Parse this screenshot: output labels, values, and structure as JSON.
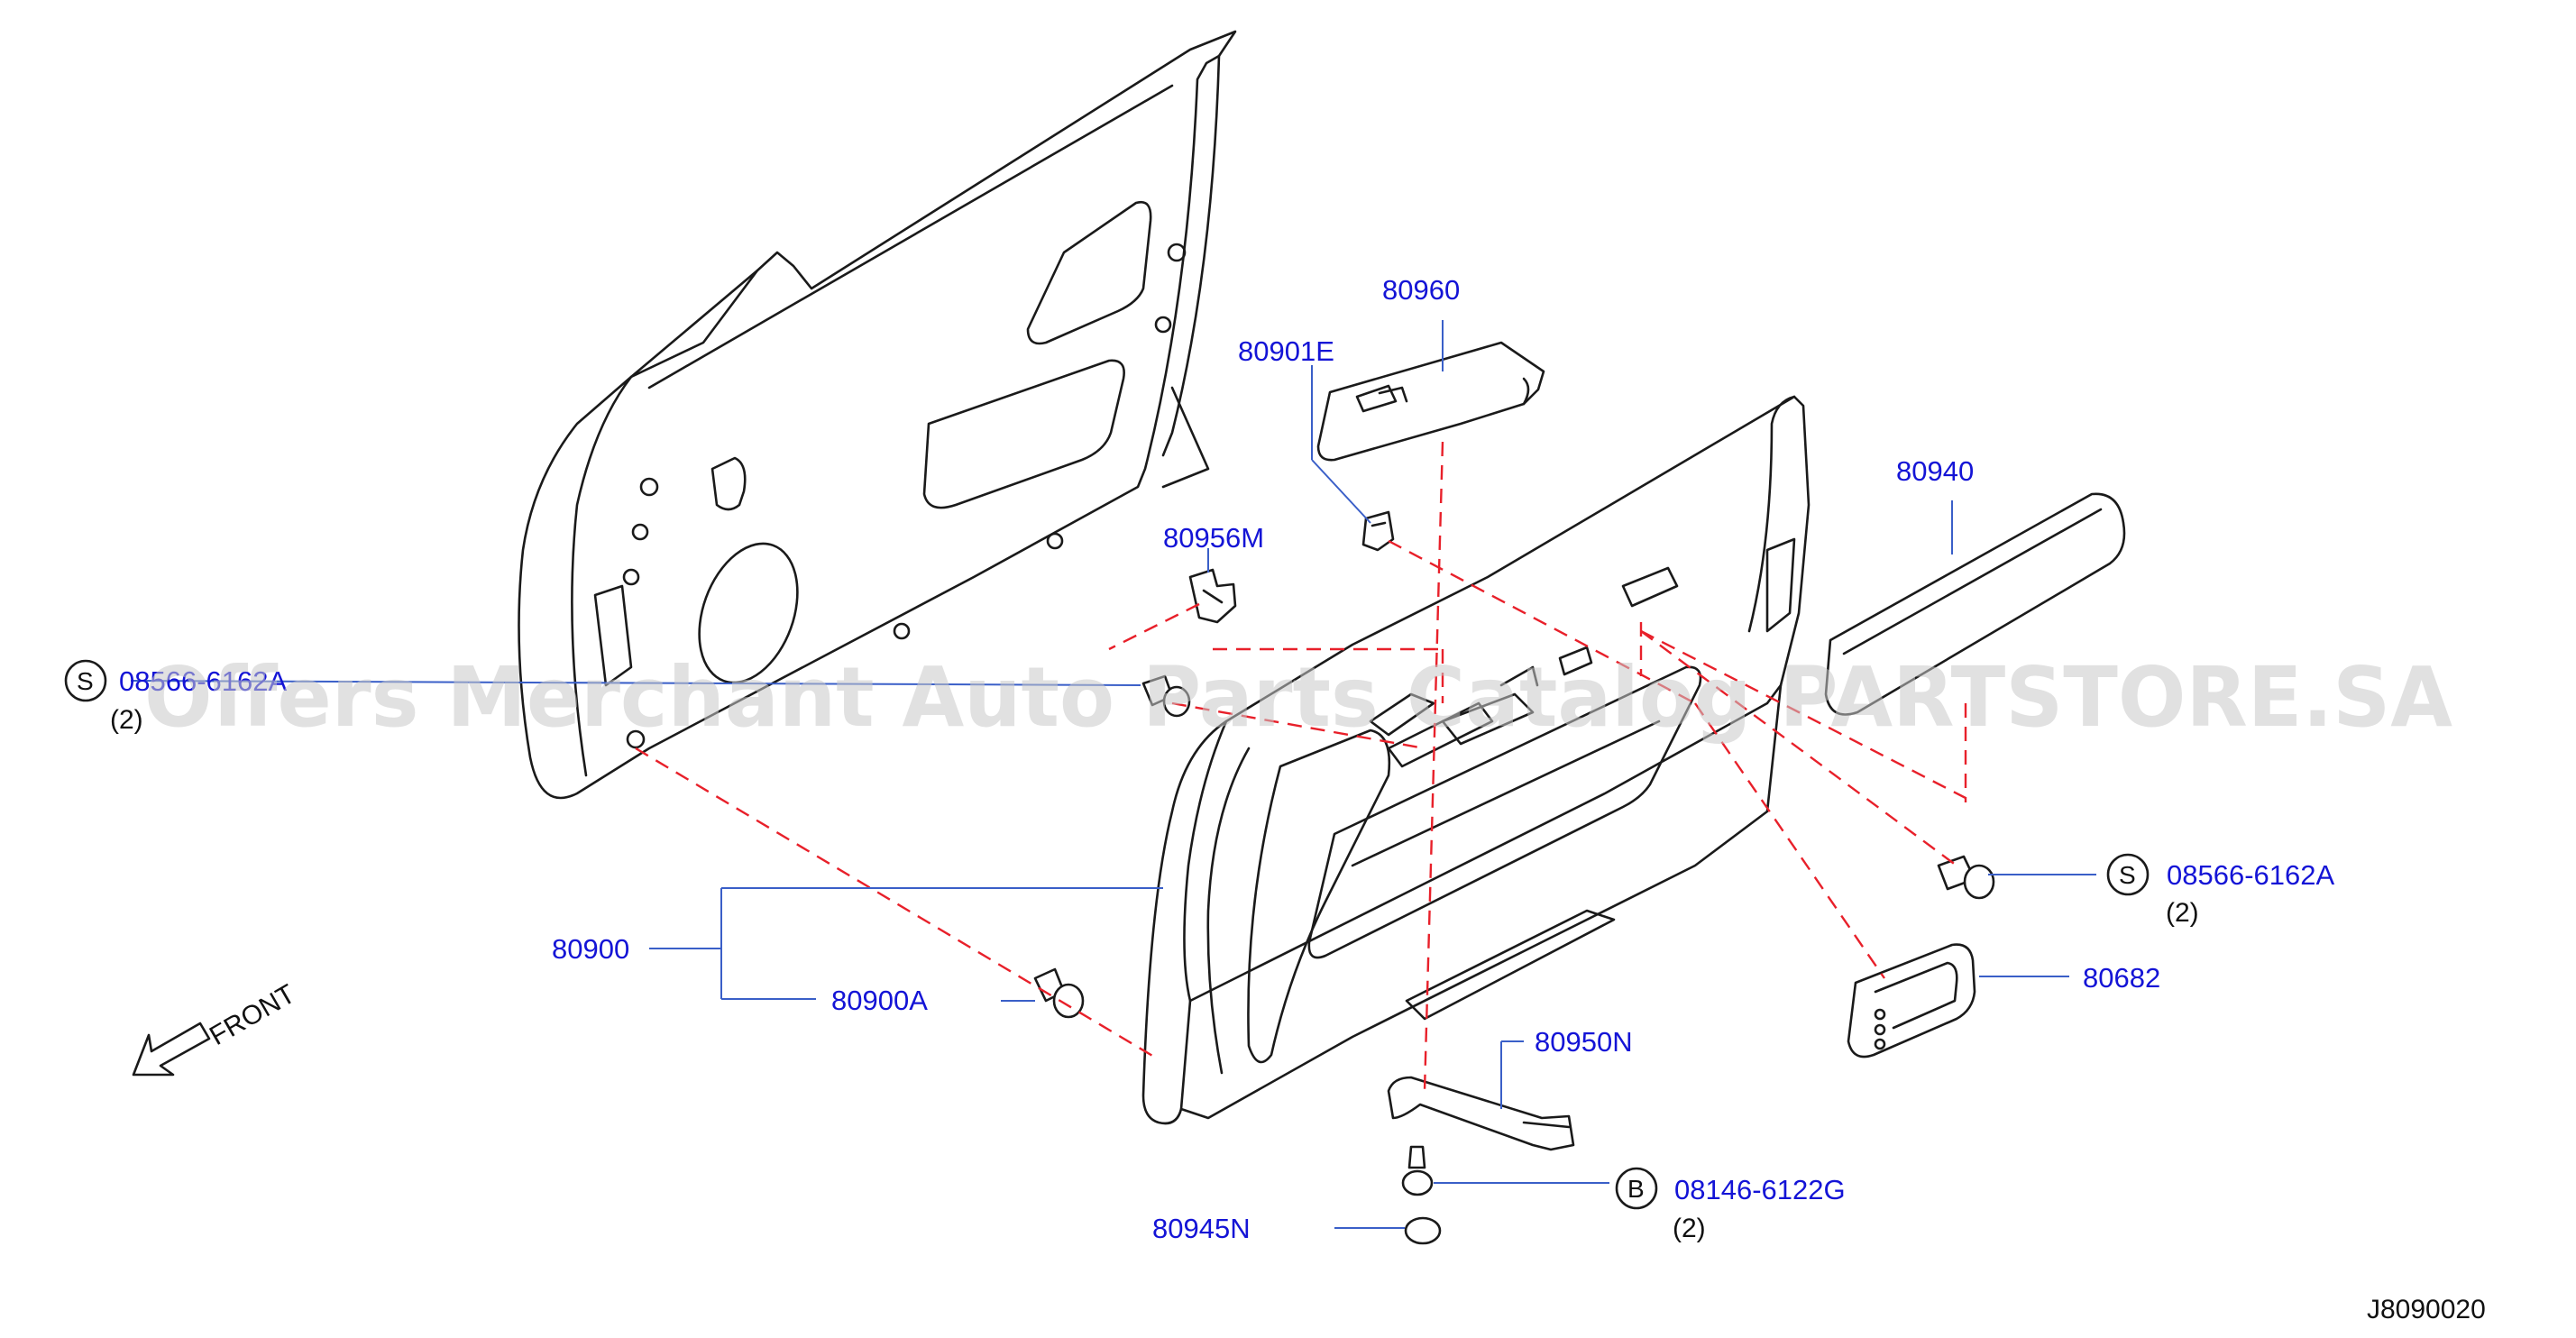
{
  "watermark": "Offers Merchant Auto Parts Catalog PARTSTORE.SA",
  "diagram_code": "J8090020",
  "front_label": "FRONT",
  "parts": {
    "p80960": "80960",
    "p80901e": "80901E",
    "p80940": "80940",
    "p80956m": "80956M",
    "p80900": "80900",
    "p80900a": "80900A",
    "p80682": "80682",
    "p80950n": "80950N",
    "p80945n": "80945N",
    "screw_left": "08566-6162A",
    "screw_right": "08566-6162A",
    "bolt": "08146-6122G"
  },
  "callouts": {
    "screw_left_letter": "S",
    "screw_right_letter": "S",
    "bolt_letter": "B",
    "screw_left_qty": "(2)",
    "screw_right_qty": "(2)",
    "bolt_qty": "(2)"
  },
  "colors": {
    "label": "#1414d6",
    "leader": "#3a5fc8",
    "guide": "#e8202a",
    "linework": "#1a1a1a"
  }
}
